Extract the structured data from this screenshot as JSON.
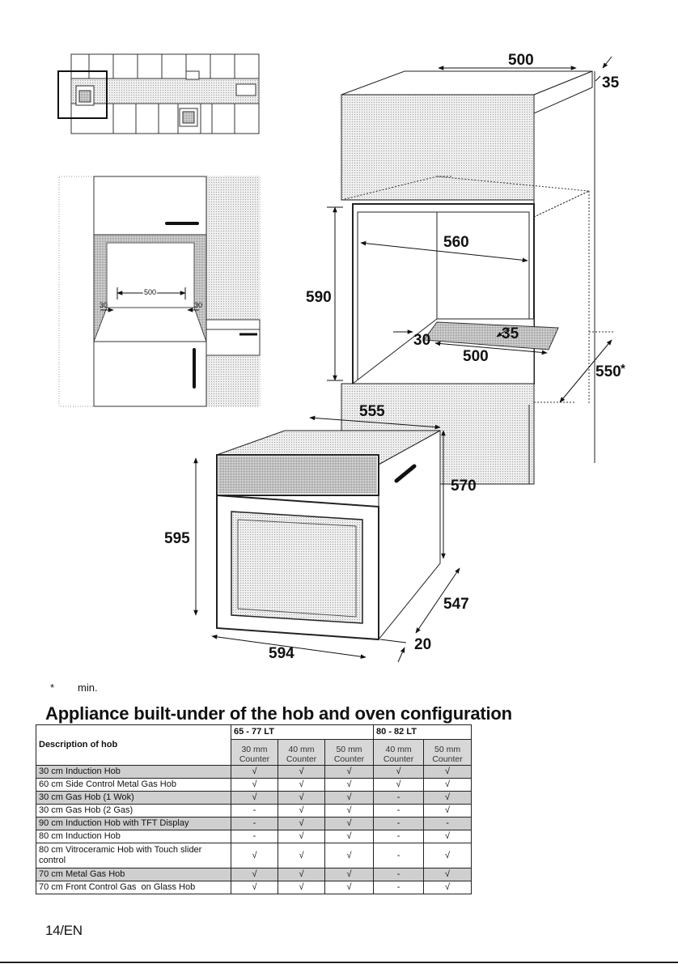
{
  "diagram": {
    "left_panel": {
      "width": "500",
      "side_left": "30",
      "side_right": "30"
    },
    "cabinet": {
      "top_width": "500",
      "top_depth": "35",
      "inner_width": "560",
      "height": "590",
      "floor_gap": "30",
      "floor_depth": "35",
      "floor_width": "500",
      "depth": "550",
      "depth_mark": "*"
    },
    "oven": {
      "top_depth": "555",
      "height": "595",
      "body_height": "570",
      "width": "594",
      "depth": "547",
      "front": "20"
    }
  },
  "footnote": {
    "symbol": "*",
    "text": "min."
  },
  "heading": "Appliance built-under of the hob and oven configuration",
  "table": {
    "desc_header": "Description of hob",
    "groups": [
      "65 - 77 LT",
      "80 - 82 LT"
    ],
    "subheaders": [
      [
        "30 mm",
        "Counter"
      ],
      [
        "40 mm",
        "Counter"
      ],
      [
        "50 mm",
        "Counter"
      ],
      [
        "40 mm",
        "Counter"
      ],
      [
        "50 mm",
        "Counter"
      ]
    ],
    "rows": [
      {
        "label": "30 cm Induction Hob",
        "values": [
          "√",
          "√",
          "√",
          "√",
          "√"
        ],
        "shaded": true
      },
      {
        "label": "60 cm Side Control Metal Gas Hob",
        "values": [
          "√",
          "√",
          "√",
          "√",
          "√"
        ],
        "shaded": false
      },
      {
        "label": "30 cm Gas Hob (1 Wok)",
        "values": [
          "√",
          "√",
          "√",
          "-",
          "√"
        ],
        "shaded": true
      },
      {
        "label": "30 cm Gas Hob (2 Gas)",
        "values": [
          "-",
          "√",
          "√",
          "-",
          "√"
        ],
        "shaded": false
      },
      {
        "label": "90 cm Induction Hob with TFT Display",
        "values": [
          "-",
          "√",
          "√",
          "-",
          "-"
        ],
        "shaded": true
      },
      {
        "label": "80 cm Induction Hob",
        "values": [
          "-",
          "√",
          "√",
          "-",
          "√"
        ],
        "shaded": false
      },
      {
        "label": "80 cm Vitroceramic Hob with Touch slider control",
        "values": [
          "√",
          "√",
          "√",
          "-",
          "√"
        ],
        "shaded": false
      },
      {
        "label": "70 cm Metal Gas Hob",
        "values": [
          "√",
          "√",
          "√",
          "-",
          "√"
        ],
        "shaded": true
      },
      {
        "label": "70 cm Front Control Gas  on Glass Hob",
        "values": [
          "√",
          "√",
          "√",
          "-",
          "√"
        ],
        "shaded": false
      }
    ]
  },
  "page_number": "14/EN"
}
